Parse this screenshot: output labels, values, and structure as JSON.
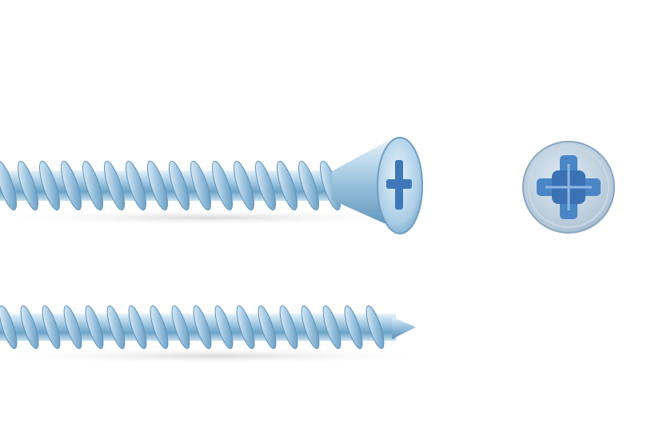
{
  "scene": {
    "subject": "screws",
    "colors": {
      "background": "#ffffff",
      "metal_light": "#dcecf6",
      "metal_mid": "#9fc6e0",
      "metal_dark": "#4f86b0",
      "recess": "#3f78b8",
      "shadow": "#d9d9d9"
    },
    "icons": [
      "screw-side-view",
      "screw-thread-view",
      "screw-head-front-view"
    ]
  }
}
